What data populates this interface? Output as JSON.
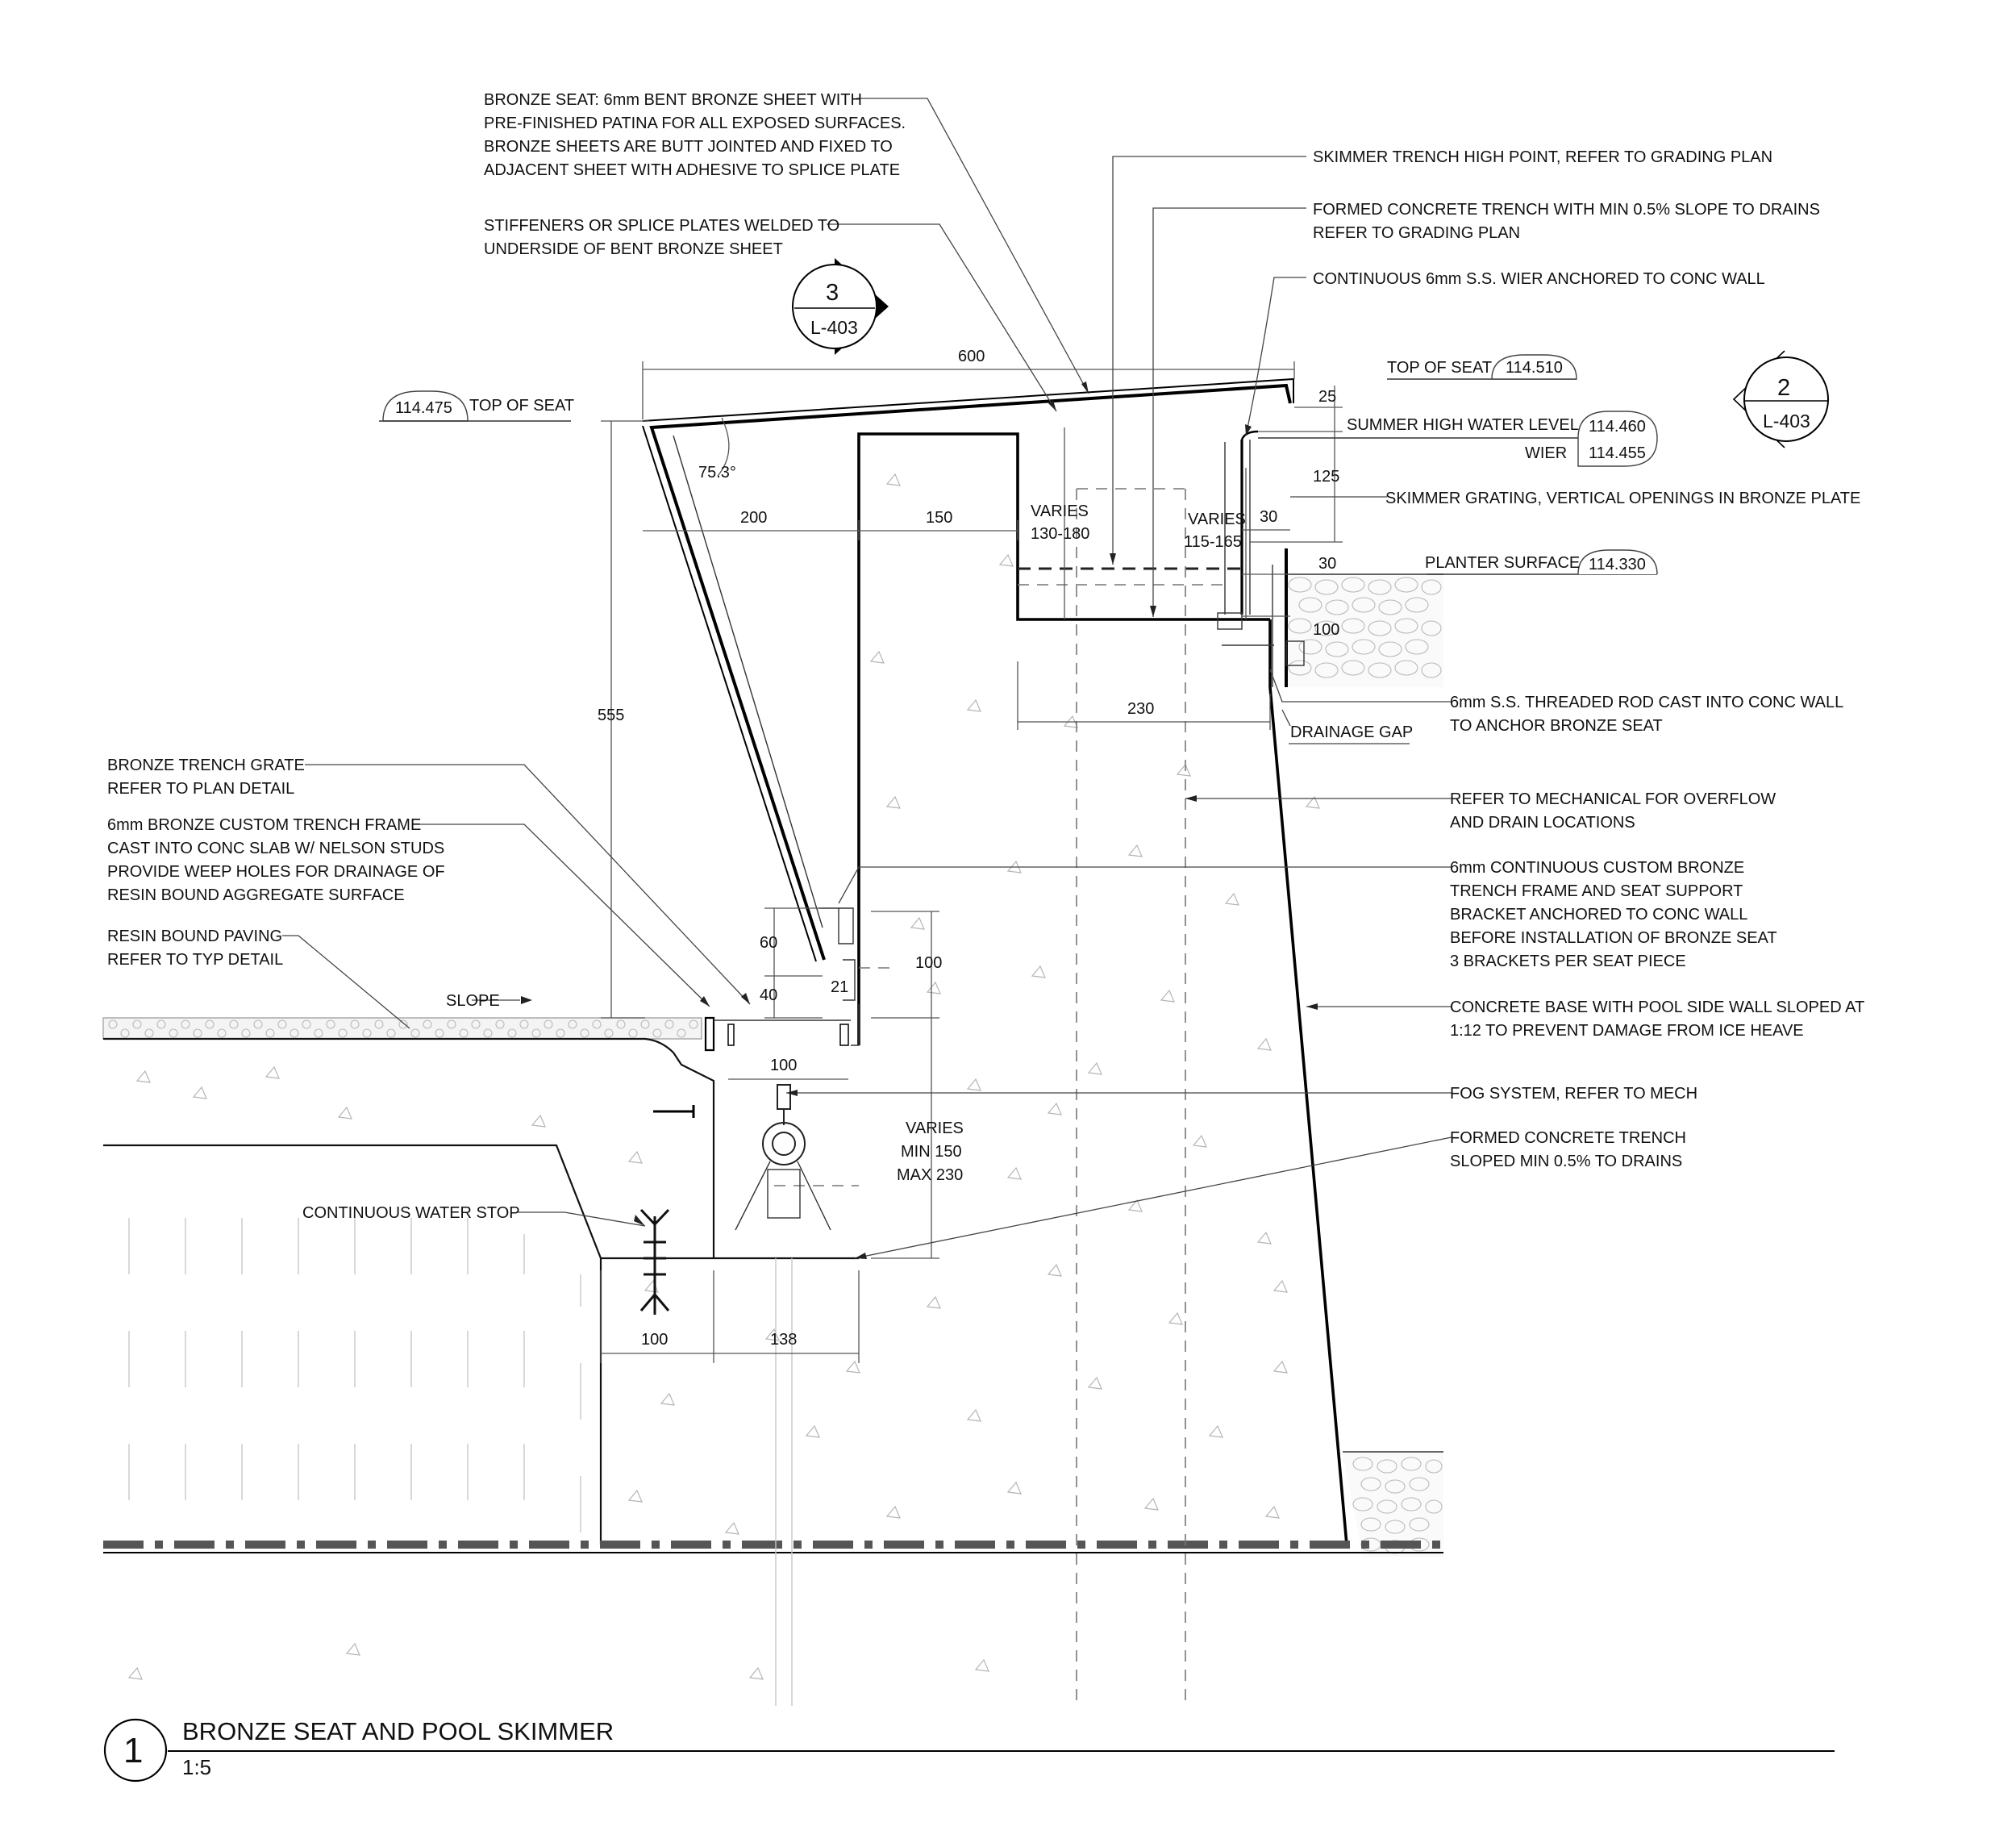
{
  "drawing": {
    "title": "BRONZE SEAT AND POOL SKIMMER",
    "scale": "1:5",
    "detail_number": "1",
    "section_refs": [
      {
        "number": "3",
        "sheet": "L-403"
      },
      {
        "number": "2",
        "sheet": "L-403"
      }
    ],
    "elevations": {
      "top_of_seat_left": {
        "label": "TOP OF SEAT",
        "value": "114.475"
      },
      "top_of_seat_right": {
        "label": "TOP OF SEAT",
        "value": "114.510"
      },
      "summer_high_water": {
        "label": "SUMMER HIGH WATER LEVEL",
        "value": "114.460"
      },
      "wier": {
        "label": "WIER",
        "value": "114.455"
      },
      "planter_surface": {
        "label": "PLANTER SURFACE",
        "value": "114.330"
      }
    },
    "dimensions": {
      "d600": "600",
      "d25": "25",
      "d125": "125",
      "d30a": "30",
      "d30b": "30",
      "d100_planter": "100",
      "d200": "200",
      "d150": "150",
      "varies1_a": "VARIES",
      "varies1_b": "130-180",
      "varies2_a": "VARIES",
      "varies2_b": "115-165",
      "d230": "230",
      "d555": "555",
      "angle": "75.3°",
      "d60": "60",
      "d40": "40",
      "d21": "21",
      "d100_bracket": "100",
      "d100_trench": "100",
      "varies3_a": "VARIES",
      "varies3_b": "MIN 150",
      "varies3_c": "MAX 230",
      "d100_bottom": "100",
      "d138": "138"
    },
    "slope_label": "SLOPE",
    "notes": {
      "bronze_seat": [
        "BRONZE SEAT: 6mm BENT BRONZE SHEET WITH",
        "PRE-FINISHED PATINA FOR ALL EXPOSED SURFACES.",
        "BRONZE SHEETS ARE BUTT JOINTED AND FIXED TO",
        "ADJACENT SHEET WITH ADHESIVE TO SPLICE PLATE"
      ],
      "stiffeners": [
        "STIFFENERS OR SPLICE PLATES WELDED TO",
        "UNDERSIDE OF BENT BRONZE SHEET"
      ],
      "skimmer_high_point": [
        "SKIMMER TRENCH HIGH POINT, REFER TO GRADING PLAN"
      ],
      "formed_trench_top": [
        "FORMED CONCRETE TRENCH WITH MIN 0.5% SLOPE TO DRAINS",
        "REFER TO GRADING PLAN"
      ],
      "wier_note": [
        "CONTINUOUS 6mm S.S. WIER ANCHORED TO CONC WALL"
      ],
      "skimmer_grating": [
        "SKIMMER GRATING, VERTICAL OPENINGS IN BRONZE PLATE"
      ],
      "threaded_rod": [
        "6mm S.S. THREADED ROD CAST INTO CONC WALL",
        "TO ANCHOR BRONZE SEAT"
      ],
      "drainage_gap": [
        "DRAINAGE GAP"
      ],
      "mechanical": [
        "REFER TO MECHANICAL FOR OVERFLOW",
        "AND DRAIN LOCATIONS"
      ],
      "bracket": [
        "6mm CONTINUOUS CUSTOM BRONZE",
        "TRENCH FRAME AND SEAT SUPPORT",
        "BRACKET ANCHORED TO CONC WALL",
        "BEFORE INSTALLATION OF BRONZE SEAT",
        "3 BRACKETS PER SEAT PIECE"
      ],
      "concrete_base": [
        "CONCRETE BASE WITH POOL SIDE WALL SLOPED AT",
        "1:12 TO PREVENT DAMAGE FROM ICE HEAVE"
      ],
      "fog": [
        "FOG SYSTEM, REFER TO MECH"
      ],
      "formed_trench_bottom": [
        "FORMED CONCRETE TRENCH",
        "SLOPED MIN 0.5% TO DRAINS"
      ],
      "trench_grate": [
        "BRONZE TRENCH GRATE",
        "REFER TO PLAN DETAIL"
      ],
      "trench_frame": [
        "6mm BRONZE CUSTOM TRENCH FRAME",
        "CAST INTO CONC SLAB W/ NELSON STUDS",
        "PROVIDE WEEP HOLES FOR DRAINAGE OF",
        "RESIN BOUND AGGREGATE SURFACE"
      ],
      "resin_paving": [
        "RESIN BOUND PAVING",
        "REFER TO TYP DETAIL"
      ],
      "water_stop": [
        "CONTINUOUS WATER STOP"
      ]
    }
  }
}
